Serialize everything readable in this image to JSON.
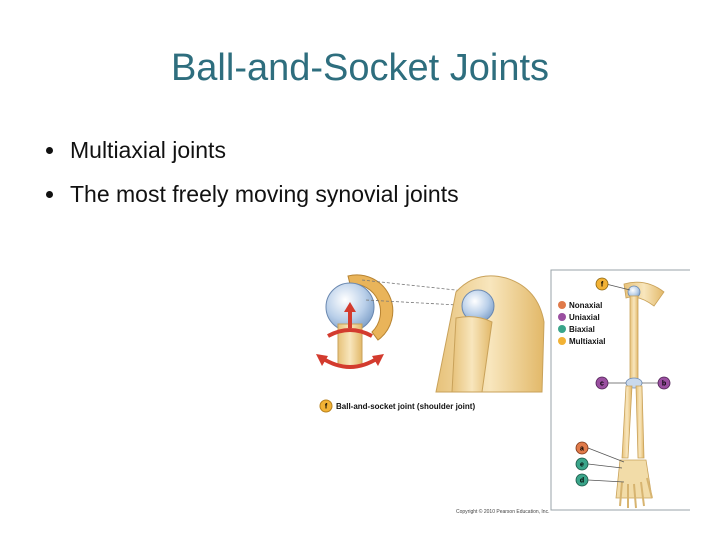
{
  "slide": {
    "title": "Ball-and-Socket Joints",
    "bullets": [
      "Multiaxial joints",
      "The most freely moving synovial joints"
    ]
  },
  "figure": {
    "caption_letter": "f",
    "caption": "Ball-and-socket joint (shoulder joint)",
    "legend": [
      {
        "label": "Nonaxial",
        "color": "#e07a4a"
      },
      {
        "label": "Uniaxial",
        "color": "#9a4fa0"
      },
      {
        "label": "Biaxial",
        "color": "#3aa58a"
      },
      {
        "label": "Multiaxial",
        "color": "#f2b235"
      }
    ],
    "markers": {
      "f": "f",
      "c": "c",
      "b": "b",
      "a": "a",
      "e": "e",
      "d": "d"
    },
    "copyright": "Copyright © 2010 Pearson Education, Inc."
  },
  "colors": {
    "title": "#2e6e7e",
    "bone": "#f2d9a0",
    "cartilage": "#a7c6e8",
    "arrow": "#d33b2e",
    "border": "#9aa3a8"
  }
}
